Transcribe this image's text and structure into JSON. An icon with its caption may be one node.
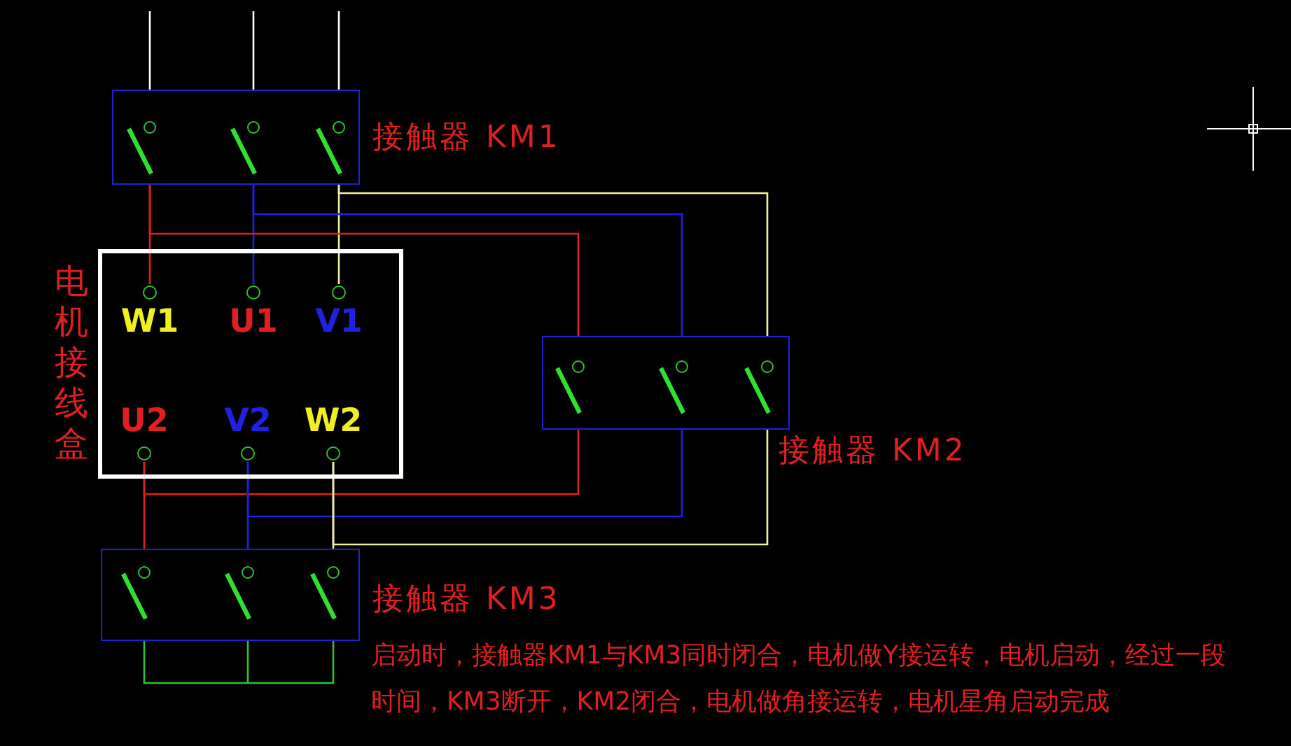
{
  "diagram": {
    "nodes": [
      {
        "text": [
          "接触器 KM1"
        ]
      },
      {
        "text": [
          "电机接线盒"
        ]
      },
      {
        "text": [
          "W1"
        ],
        "in": 1
      },
      {
        "text": [
          "U1"
        ],
        "in": 1
      },
      {
        "text": [
          "V1"
        ],
        "in": 1
      },
      {
        "text": [
          "U2"
        ],
        "in": 1
      },
      {
        "text": [
          "V2"
        ],
        "in": 1
      },
      {
        "text": [
          "W2"
        ],
        "in": 1
      },
      {
        "text": [
          "接触器 KM2"
        ]
      },
      {
        "text": [
          "接触器 KM3"
        ]
      }
    ],
    "edges": [
      {
        "from": null,
        "to": 0,
        "arrow": "none",
        "color": "#ffffff"
      },
      {
        "from": null,
        "to": 0,
        "arrow": "none",
        "color": "#ffffff"
      },
      {
        "from": null,
        "to": 0,
        "arrow": "none",
        "color": "#ffffff"
      },
      {
        "from": 0,
        "to": 2,
        "arrow": "none",
        "color": "#e02020"
      },
      {
        "from": 0,
        "to": 3,
        "arrow": "none",
        "color": "#2020e0"
      },
      {
        "from": 0,
        "to": 4,
        "arrow": "none",
        "color": "#f0f0a0"
      },
      {
        "from": 0,
        "to": 8,
        "arrow": "none",
        "color": "#e02020"
      },
      {
        "from": 0,
        "to": 8,
        "arrow": "none",
        "color": "#2020e0"
      },
      {
        "from": 0,
        "to": 8,
        "arrow": "none",
        "color": "#f0f0a0"
      },
      {
        "from": 8,
        "to": 5,
        "arrow": "none",
        "color": "#e02020"
      },
      {
        "from": 8,
        "to": 6,
        "arrow": "none",
        "color": "#2020e0"
      },
      {
        "from": 8,
        "to": 7,
        "arrow": "none",
        "color": "#f0f0a0"
      },
      {
        "from": 5,
        "to": 9,
        "arrow": "none",
        "color": "#e02020"
      },
      {
        "from": 6,
        "to": 9,
        "arrow": "none",
        "color": "#2020e0"
      },
      {
        "from": 7,
        "to": 9,
        "arrow": "none",
        "color": "#f0f0a0"
      }
    ],
    "labels": [
      "启动时，接触器KM1与KM3同时闭合，电机做Y接运转，电机启动，经过一段时间，KM3断开，KM2闭合，电机做角接运转，电机星角启动完成"
    ]
  }
}
